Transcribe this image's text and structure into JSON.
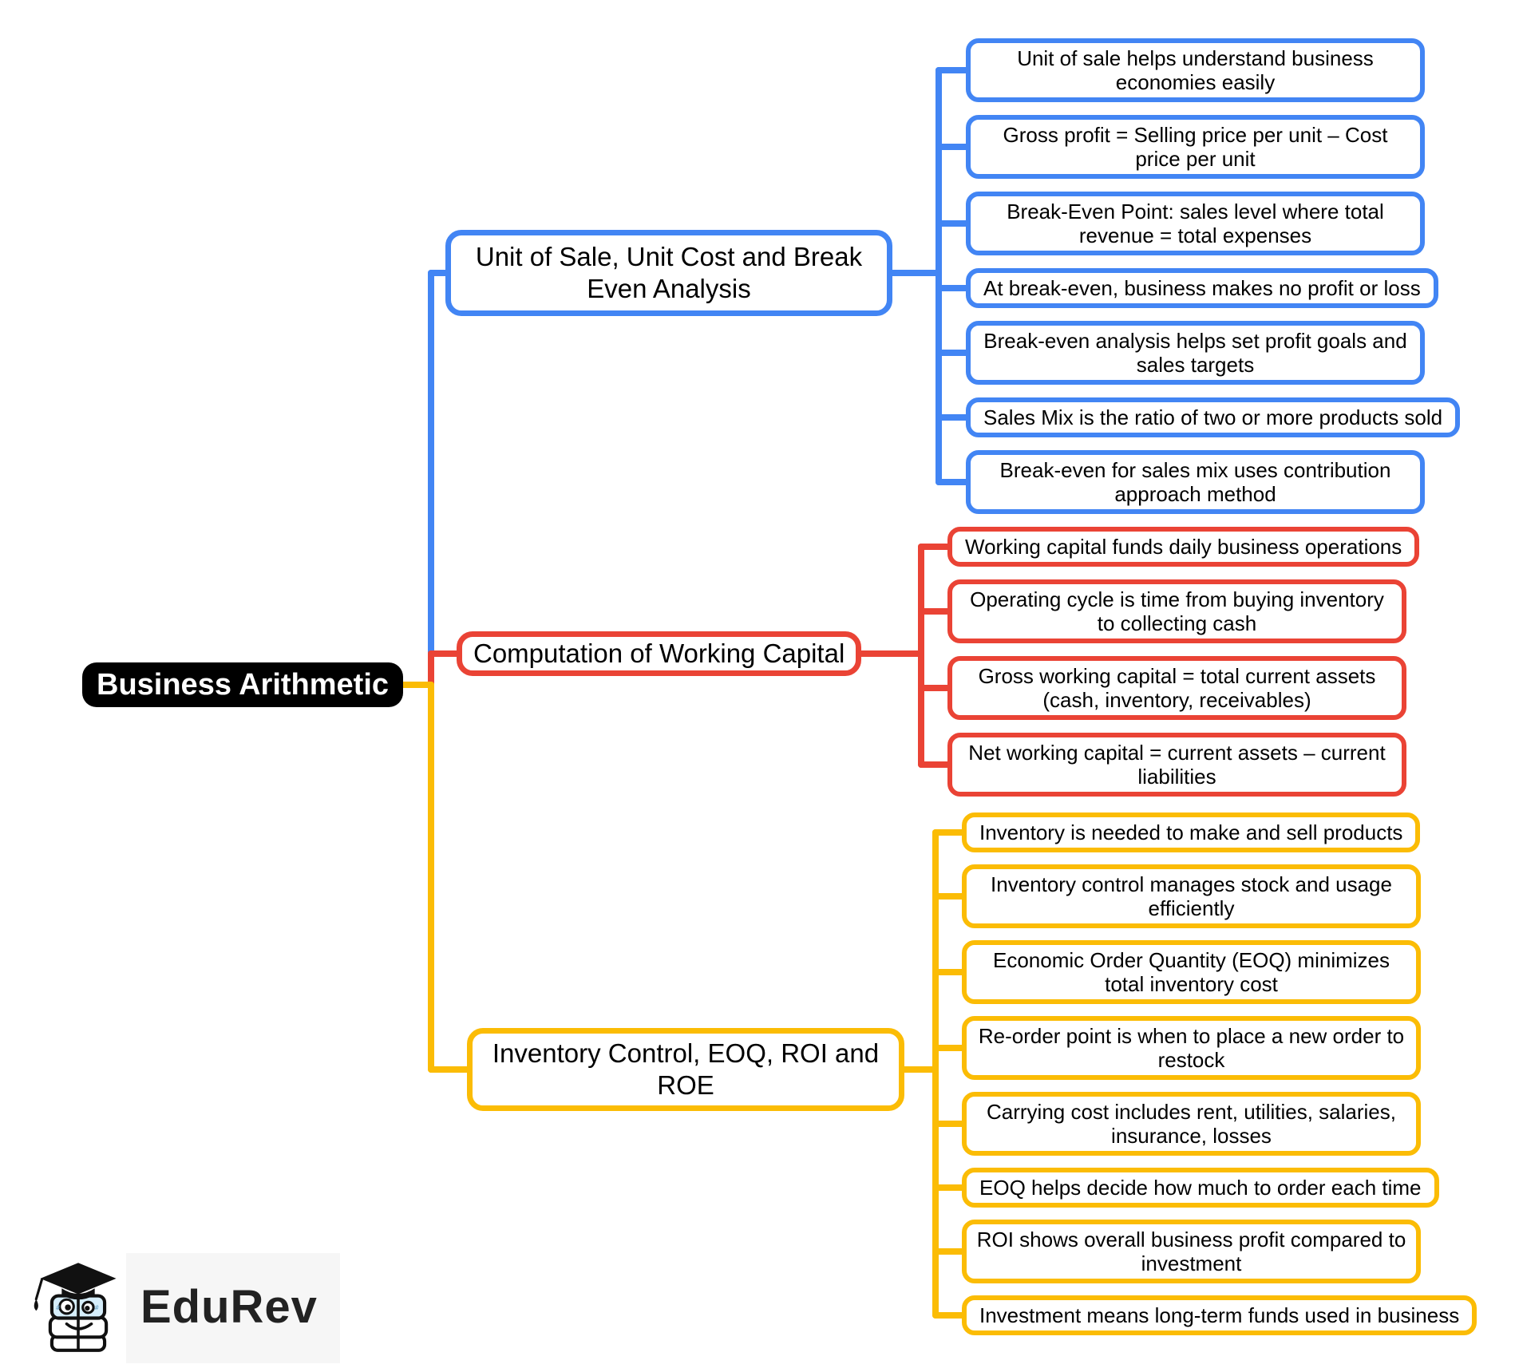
{
  "root": {
    "label": "Business Arithmetic",
    "bg_color": "#000000",
    "text_color": "#ffffff"
  },
  "branches": [
    {
      "id": "unit-of-sale-break-even",
      "label": "Unit of Sale, Unit Cost and Break Even Analysis",
      "color": "#4285F4",
      "leaves": [
        "Unit of sale helps understand business economies easily",
        "Gross profit = Selling price per unit – Cost price per unit",
        "Break-Even Point: sales level where total revenue = total expenses",
        "At break-even, business makes no profit or loss",
        "Break-even analysis helps set profit goals and sales targets",
        "Sales Mix is the ratio of two or more products sold",
        "Break-even for sales mix uses contribution approach method"
      ]
    },
    {
      "id": "computation-working-capital",
      "label": "Computation of Working Capital",
      "color": "#EA4335",
      "leaves": [
        "Working capital funds daily business operations",
        "Operating cycle is time from buying inventory to collecting cash",
        "Gross working capital = total current assets (cash, inventory, receivables)",
        "Net working capital = current assets – current liabilities"
      ]
    },
    {
      "id": "inventory-eoq-roi-roe",
      "label": "Inventory Control, EOQ, ROI and ROE",
      "color": "#FBBC05",
      "leaves": [
        "Inventory is needed to make and sell products",
        "Inventory control manages stock and usage efficiently",
        "Economic Order Quantity (EOQ) minimizes total inventory cost",
        "Re-order point is when to place a new order to restock",
        "Carrying cost includes rent, utilities, salaries, insurance, losses",
        "EOQ helps decide how much to order each time",
        "ROI shows overall business profit compared to investment",
        "Investment means long-term funds used in business"
      ]
    }
  ],
  "logo": {
    "brand": "EduRev"
  }
}
